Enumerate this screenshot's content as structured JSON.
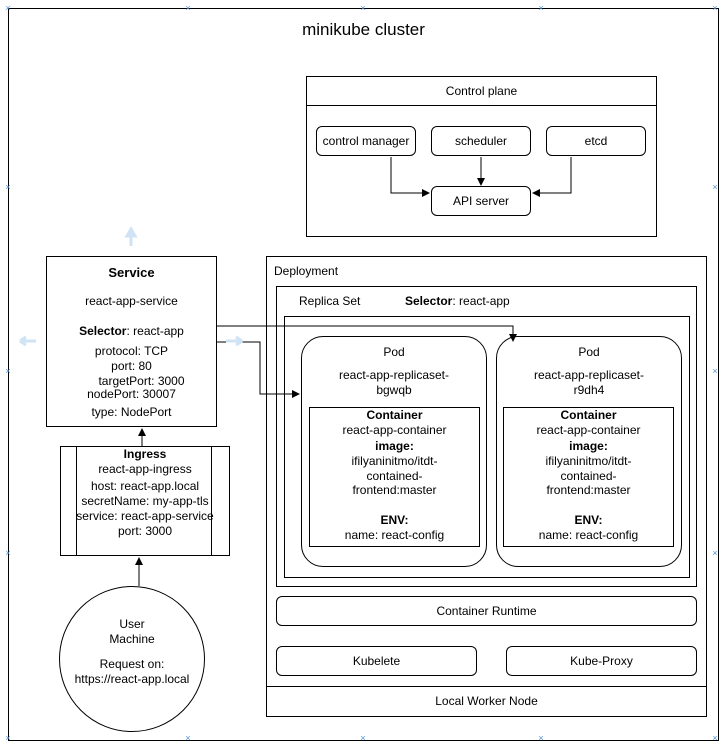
{
  "cluster": {
    "title": "minikube cluster"
  },
  "control_plane": {
    "title": "Control plane",
    "components": [
      "control manager",
      "scheduler",
      "etcd"
    ],
    "api_server": "API server"
  },
  "service": {
    "title": "Service",
    "name": "react-app-service",
    "selector_label": "Selector",
    "selector_value": ": react-app",
    "protocol": "protocol: TCP",
    "port": "port: 80",
    "target_port": "targetPort: 3000",
    "node_port": "nodePort: 30007",
    "type": "type: NodePort"
  },
  "ingress": {
    "title": "Ingress",
    "name": "react-app-ingress",
    "host": "host: react-app.local",
    "secret": "secretName: my-app-tls",
    "service": "service: react-app-service",
    "port": "port: 3000"
  },
  "user_machine": {
    "line1": "User",
    "line2": "Machine",
    "request_label": "Request on:",
    "request_url": "https://react-app.local"
  },
  "deployment": {
    "label": "Deployment"
  },
  "replica_set": {
    "label": "Replica Set",
    "selector_label": "Selector",
    "selector_value": ": react-app"
  },
  "pods": [
    {
      "title": "Pod",
      "name_line1": "react-app-replicaset-",
      "name_line2": "bgwqb",
      "container_title": "Container",
      "container_name": "react-app-container",
      "image_label": "image:",
      "image_line1": "ifilyaninitmo/itdt-",
      "image_line2": "contained-",
      "image_line3": "frontend:master",
      "env_label": "ENV:",
      "env_value": "name: react-config"
    },
    {
      "title": "Pod",
      "name_line1": "react-app-replicaset-",
      "name_line2": "r9dh4",
      "container_title": "Container",
      "container_name": "react-app-container",
      "image_label": "image:",
      "image_line1": "ifilyaninitmo/itdt-",
      "image_line2": "contained-",
      "image_line3": "frontend:master",
      "env_label": "ENV:",
      "env_value": "name: react-config"
    }
  ],
  "container_runtime": "Container Runtime",
  "kubelet": "Kubelete",
  "kube_proxy": "Kube-Proxy",
  "worker_node": "Local Worker Node"
}
